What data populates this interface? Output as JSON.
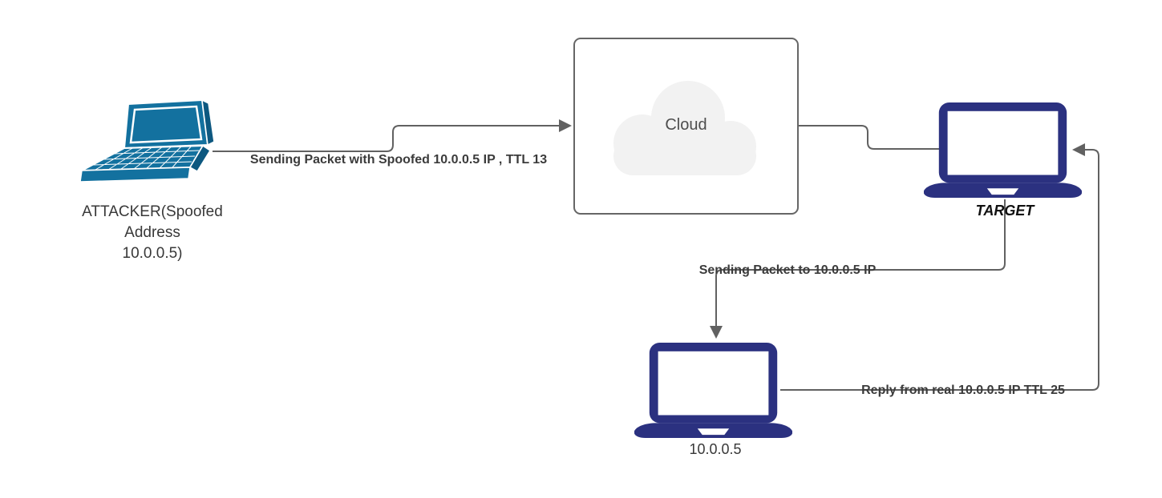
{
  "nodes": {
    "attacker": {
      "label_line1": "ATTACKER(Spoofed",
      "label_line2": "Address",
      "label_line3": "10.0.0.5)"
    },
    "cloud": {
      "label": "Cloud"
    },
    "target": {
      "label": "TARGET"
    },
    "real_host": {
      "label": "10.0.0.5"
    }
  },
  "edges": {
    "attacker_to_cloud": {
      "from": "attacker",
      "to": "cloud",
      "label": "Sending Packet with Spoofed 10.0.0.5 IP , TTL 13"
    },
    "cloud_to_target": {
      "from": "cloud",
      "to": "target",
      "label": ""
    },
    "target_to_host": {
      "from": "target",
      "to": "real_host",
      "label": "Sending Packet to 10.0.0.5 IP"
    },
    "host_to_target": {
      "from": "real_host",
      "to": "target",
      "label": "Reply from real 10.0.0.5 IP TTL 25"
    }
  },
  "colors": {
    "laptop_teal": "#13719f",
    "laptop_teal_dark": "#0d5880",
    "laptop_navy": "#2b3180",
    "connector": "#616161",
    "edge_label_text": "#3b3b3b",
    "node_label_text": "#383838",
    "cloud_fill": "#f2f2f2",
    "cloud_border": "#666666",
    "cloud_text": "#4d4d4d",
    "screen_white": "#ffffff"
  }
}
